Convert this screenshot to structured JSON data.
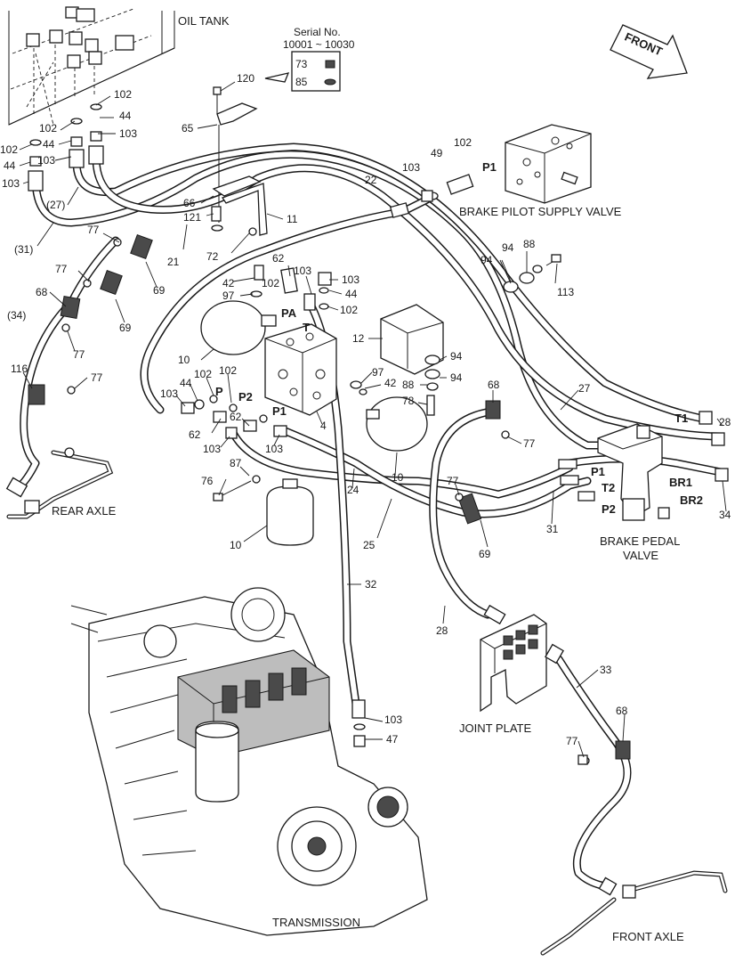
{
  "labels": {
    "oil_tank": "OIL TANK",
    "front": "FRONT",
    "serial_no": "Serial No.",
    "serial_range": "10001 ~ 10030",
    "brake_pilot_supply_valve": "BRAKE PILOT SUPPLY VALVE",
    "rear_axle": "REAR AXLE",
    "brake_pedal_valve_1": "BRAKE PEDAL",
    "brake_pedal_valve_2": "VALVE",
    "joint_plate": "JOINT PLATE",
    "transmission": "TRANSMISSION",
    "front_axle": "FRONT AXLE"
  },
  "ports": {
    "p1_supply": "P1",
    "pa": "PA",
    "t": "T",
    "p": "P",
    "p2": "P2",
    "p1_block": "P1",
    "t1": "T1",
    "br1": "BR1",
    "br2": "BR2",
    "p1_pedal": "P1",
    "t2": "T2",
    "p2_pedal": "P2"
  },
  "callouts": {
    "c102a": "102",
    "c44a": "44",
    "c102b": "102",
    "c103a": "103",
    "c102c": "102",
    "c44b": "44",
    "c44c": "44",
    "c103b": "103",
    "c103c": "103",
    "c27": "(27)",
    "c31": "(31)",
    "c120": "120",
    "c65": "65",
    "c73": "73",
    "c85": "85",
    "c102d": "102",
    "c49": "49",
    "c103d": "103",
    "c22": "22",
    "c66": "66",
    "c121": "121",
    "c11": "11",
    "c72": "72",
    "c77a": "77",
    "c21": "21",
    "c77b": "77",
    "c69a": "69",
    "c68a": "68",
    "c34": "(34)",
    "c69b": "69",
    "c77c": "77",
    "c116": "116",
    "c77d": "77",
    "c62a": "62",
    "c103e": "103",
    "c103f": "103",
    "c42a": "42",
    "c102e": "102",
    "c97a": "97",
    "c44d": "44",
    "c102f": "102",
    "c94a": "94",
    "c88a": "88",
    "c94b": "94",
    "c113": "113",
    "c10a": "10",
    "c12": "12",
    "c94c": "94",
    "c97b": "97",
    "c42b": "42",
    "c88b": "88",
    "c94d": "94",
    "c78": "78",
    "c103g": "103",
    "c44e": "44",
    "c102g": "102",
    "c102h": "102",
    "c62b": "62",
    "c62c": "62",
    "c103h": "103",
    "c103i": "103",
    "c87": "87",
    "c76": "76",
    "c4": "4",
    "c10b": "10",
    "c10c": "10",
    "c24": "24",
    "c68b": "68",
    "c27b": "27",
    "c77e": "77",
    "c28a": "28",
    "c77f": "77",
    "c31b": "31",
    "c34b": "34",
    "c25": "25",
    "c69c": "69",
    "c32": "32",
    "c28b": "28",
    "c33": "33",
    "c103j": "103",
    "c47": "47",
    "c68c": "68",
    "c77g": "77"
  }
}
